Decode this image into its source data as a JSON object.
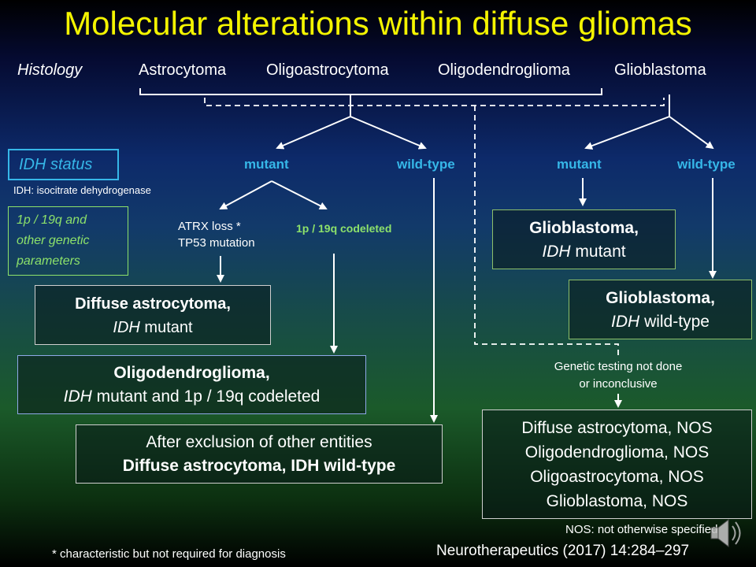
{
  "title": "Molecular alterations within diffuse gliomas",
  "histology": {
    "label": "Histology",
    "types": [
      "Astrocytoma",
      "Oligoastrocytoma",
      "Oligodendroglioma",
      "Glioblastoma"
    ]
  },
  "legend": {
    "idh_status": "IDH status",
    "idh_def": "IDH: isocitrate dehydrogenase",
    "genetic_line1": "1p / 19q and",
    "genetic_line2": "other genetic",
    "genetic_line3": "parameters"
  },
  "branches": {
    "left_mutant": "mutant",
    "left_wildtype": "wild-type",
    "right_mutant": "mutant",
    "right_wildtype": "wild-type",
    "atrx_line1": "ATRX loss *",
    "atrx_line2": "TP53 mutation",
    "codeleted": "1p / 19q codeleted"
  },
  "boxes": {
    "diffuse_astro_bold": "Diffuse astrocytoma,",
    "diffuse_astro_idh": "IDH",
    "diffuse_astro_rest": "mutant",
    "oligo_bold": "Oligodendroglioma,",
    "oligo_idh": "IDH",
    "oligo_rest": "mutant and 1p / 19q codeleted",
    "exclusion_line1": "After exclusion of other entities",
    "exclusion_line2": "Diffuse astrocytoma, IDH wild-type",
    "gbm_mut_bold": "Glioblastoma,",
    "gbm_mut_idh": "IDH",
    "gbm_mut_rest": "mutant",
    "gbm_wt_bold": "Glioblastoma,",
    "gbm_wt_idh": "IDH",
    "gbm_wt_rest": "wild-type",
    "nos_items": [
      "Diffuse astrocytoma, NOS",
      "Oligodendroglioma, NOS",
      "Oligoastrocytoma, NOS",
      "Glioblastoma, NOS"
    ]
  },
  "genetic_testing_line1": "Genetic testing not done",
  "genetic_testing_line2": "or inconclusive",
  "footnotes": {
    "nos": "NOS: not otherwise specified",
    "characteristic": "* characteristic but not required for diagnosis",
    "citation": "Neurotherapeutics  (2017) 14:284–297"
  }
}
